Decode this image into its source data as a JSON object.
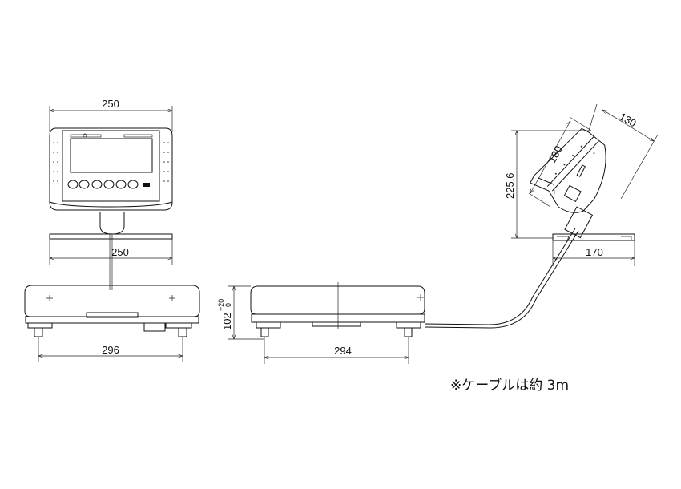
{
  "drawing": {
    "front_view": {
      "indicator_width": "250",
      "base_plate_width": "250",
      "platform_feet_span": "296"
    },
    "side_view": {
      "height": "102",
      "height_tolerance_upper": "+20",
      "height_tolerance_lower": "0",
      "feet_span": "294"
    },
    "indicator_view": {
      "depth": "130",
      "face_height": "180",
      "total_height": "225.6",
      "base_width": "170"
    },
    "note": "※ケーブルは約 3m"
  }
}
